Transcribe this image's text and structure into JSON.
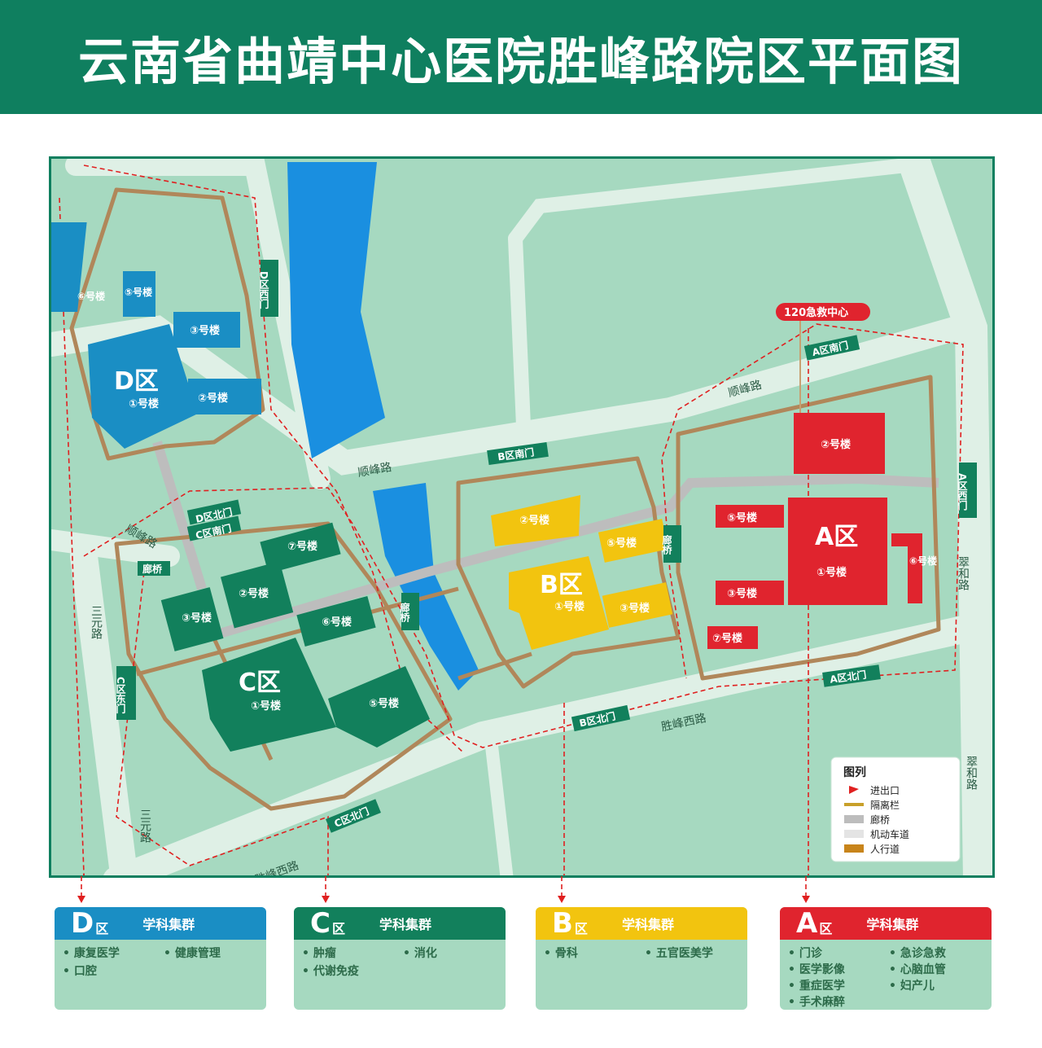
{
  "title": "云南省曲靖中心医院胜峰路院区平面图",
  "colors": {
    "header": "#0f7f5f",
    "ground": "#a6d9c0",
    "road": "#dff0e6",
    "zone_d": "#1a8ec4",
    "zone_c": "#12805c",
    "zone_b": "#f2c40f",
    "zone_a": "#e0242e",
    "water": "#1a8fe0",
    "walkway": "#b0875a",
    "corridor": "#bdbdbd",
    "exit_route": "#e02020"
  },
  "map": {
    "roads": {
      "shunfeng_1": "顺峰路",
      "shunfeng_2": "顺峰路",
      "shunfeng_3": "顺峰路",
      "sanyuan_1": "三元路",
      "sanyuan_2": "三元路",
      "shengfeng_1": "胜峰西路",
      "shengfeng_2": "胜峰西路",
      "cuihe_1": "翠和路",
      "cuihe_2": "翠和路"
    },
    "emergency": "120急救中心",
    "zones": {
      "d": {
        "name": "D区",
        "b1": "①号楼",
        "b2": "②号楼",
        "b3": "③号楼",
        "b5": "⑤号楼",
        "b6": "⑥号楼",
        "gate_west": "D区西门",
        "gate_north": "D区北门"
      },
      "c": {
        "name": "C区",
        "b1": "①号楼",
        "b2": "②号楼",
        "b3": "③号楼",
        "b5": "⑤号楼",
        "b6": "⑥号楼",
        "b7": "⑦号楼",
        "gate_south": "C区南门",
        "gate_east": "C区东门",
        "gate_north": "C区北门",
        "bridge": "廊桥"
      },
      "b": {
        "name": "B区",
        "b1": "①号楼",
        "b2": "②号楼",
        "b3": "③号楼",
        "b5": "⑤号楼",
        "gate_south": "B区南门",
        "gate_north": "B区北门",
        "bridge_1": "廊桥",
        "bridge_2": "廊桥"
      },
      "a": {
        "name": "A区",
        "b1": "①号楼",
        "b2": "②号楼",
        "b3": "③号楼",
        "b5": "⑤号楼",
        "b6": "⑥号楼",
        "b7": "⑦号楼",
        "gate_south": "A区南门",
        "gate_west": "A区西门",
        "gate_north": "A区北门"
      }
    },
    "legend": {
      "title": "图列",
      "items": [
        {
          "label": "进出口",
          "icon": "entrance-arrow-icon"
        },
        {
          "label": "隔离栏",
          "icon": "barrier-icon"
        },
        {
          "label": "廊桥",
          "icon": "corridor-swatch"
        },
        {
          "label": "机动车道",
          "icon": "driveway-swatch"
        },
        {
          "label": "人行道",
          "icon": "walkway-swatch"
        }
      ]
    }
  },
  "panels": [
    {
      "letter": "D",
      "qu": "区",
      "cluster": "学科集群",
      "color": "#1a8ec4",
      "items": [
        "康复医学",
        "健康管理",
        "口腔"
      ]
    },
    {
      "letter": "C",
      "qu": "区",
      "cluster": "学科集群",
      "color": "#12805c",
      "items": [
        "肿瘤",
        "消化",
        "代谢免疫"
      ]
    },
    {
      "letter": "B",
      "qu": "区",
      "cluster": "学科集群",
      "color": "#f2c40f",
      "items": [
        "骨科",
        "五官医美学"
      ]
    },
    {
      "letter": "A",
      "qu": "区",
      "cluster": "学科集群",
      "color": "#e0242e",
      "items": [
        "门诊",
        "急诊急救",
        "医学影像",
        "心脑血管",
        "重症医学",
        "妇产儿",
        "手术麻醉"
      ]
    }
  ]
}
